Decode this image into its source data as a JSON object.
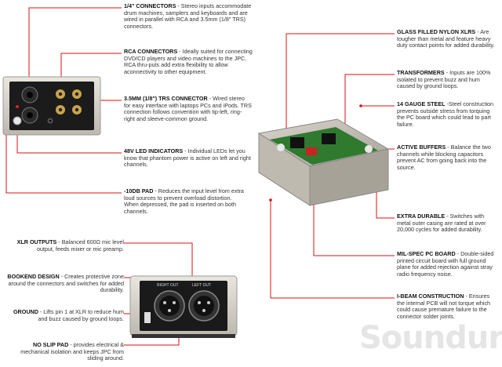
{
  "annotations": [
    {
      "id": "quarter-inch",
      "title": "1/4\" CONNECTORS",
      "text": " - Stereo inputs accommodate drum machines, samplers and keyboards and are wired in parallel with RCA and 3.5mm (1/8\" TRS) connectors."
    },
    {
      "id": "rca",
      "title": "RCA CONNECTORS",
      "text": " - Ideally suited for connecting DVD/CD players and video machines to the JPC. RCA thru-puts add extra flexibility to allow aconnectivity to other equipment."
    },
    {
      "id": "trs",
      "title": "3.5MM (1/8\") TRS CONNECTOR",
      "text": " - Wired stereo for easy interface with laptops PCs and iPods. TRS connection follows convention with tip-left, ring-right and sleeve-common ground."
    },
    {
      "id": "led",
      "title": "48V LED INDICATORS",
      "text": " - Individual LEDs let you know that phantom power is active on left and right channels."
    },
    {
      "id": "pad",
      "title": "-10DB PAD",
      "text": " - Reduces the input level from extra loud sources to prevent overload distortion. When depressed, the pad is inserted on both channels."
    },
    {
      "id": "xlr-out",
      "title": "XLR OUTPUTS",
      "text": " - Balanced 600Ω mic level output, feeds mixer or mic preamp."
    },
    {
      "id": "bookend",
      "title": "BOOKEND DESIGN",
      "text": " - Creates protective zone around the connectors and switches for added durability."
    },
    {
      "id": "ground",
      "title": "GROUND",
      "text": " - Lifts pin 1 at XLR to reduce hum and buzz caused by ground loops."
    },
    {
      "id": "noslip",
      "title": "NO SLIP PAD",
      "text": " - provides electrical & mechanical isolation and keeps JPC from sliding around."
    },
    {
      "id": "glass-xlr",
      "title": "GLASS FILLED NYLON XLRS",
      "text": " - Are tougher than metal and feature heavy duty contact points for added durability."
    },
    {
      "id": "transformers",
      "title": "TRANSFORMERS",
      "text": " - Inputs are 100% isolated to prevent buzz and hum caused by ground loops."
    },
    {
      "id": "steel",
      "title": "14 GAUGE STEEL",
      "text": " -Steel construction prevents outside stress from torquing the PC board which could lead to part failure."
    },
    {
      "id": "buffers",
      "title": "ACTIVE BUFFERS",
      "text": " - Balance the two channels while blocking capacitors prevent AC from going back into the source."
    },
    {
      "id": "durable",
      "title": "EXTRA DURABLE",
      "text": " - Switches with metal outer casing are rated at over 20,000 cycles for added durability."
    },
    {
      "id": "milspec",
      "title": "MIL-SPEC PC BOARD",
      "text": " - Double-sided printed circuit board with full ground plane for added rejection against stray radio frequency noise."
    },
    {
      "id": "ibeam",
      "title": "I-BEAM CONSTRUCTION",
      "text": " - Ensures the internal PCB will not torque which could cause premature failure to the connector solder joints."
    }
  ],
  "panel_labels": {
    "right_out": "RIGHT OUT",
    "left_out": "LEFT OUT"
  },
  "watermark": "Soundure"
}
